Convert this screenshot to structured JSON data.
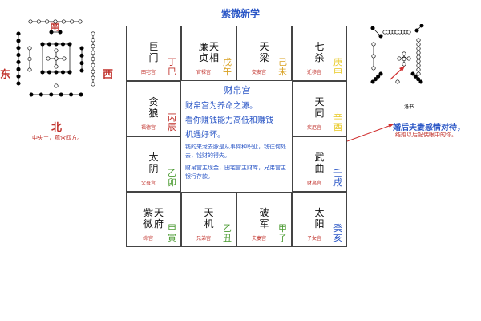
{
  "title": "紫微新学",
  "hetu": {
    "south": "南",
    "north": "北",
    "east": "东",
    "west": "西",
    "caption": "中央土，蕴含四方。"
  },
  "luoshu": {
    "caption": "洛书"
  },
  "annotation": {
    "main": "婚后夫妻感情对待，",
    "sub": "结婚以后配偶眼中的你。",
    "color_main": "#2a56c6",
    "color_sub": "#c0302a"
  },
  "center": {
    "title": "财帛宫",
    "line1": "财帛宫为养命之源。",
    "line2": "看你赚钱能力高低和赚钱",
    "line3": "机遇好坏。",
    "detail1": "钱的来龙去脉是从事何种职业，钱往何处去，钱财的得失。",
    "detail2": "财帛宫主现金，田宅宫主财库，兄弟宫主银行存款。"
  },
  "cells": [
    {
      "stars": [
        "巨门"
      ],
      "stem": "丁巳",
      "palace": "田宅宫",
      "color": "#c0302a"
    },
    {
      "stars": [
        "廉贞",
        "天相"
      ],
      "stem": "戊午",
      "palace": "官禄宫",
      "color": "#d8a020"
    },
    {
      "stars": [
        "天梁"
      ],
      "stem": "己未",
      "palace": "交友宫",
      "color": "#d8a020"
    },
    {
      "stars": [
        "七杀"
      ],
      "stem": "庚申",
      "palace": "迁移宫",
      "color": "#e8c820"
    },
    {
      "stars": [
        "贪狼"
      ],
      "stem": "丙辰",
      "palace": "福德宫",
      "color": "#c0302a"
    },
    {
      "stars": [
        "天同"
      ],
      "stem": "辛酉",
      "palace": "疾厄宫",
      "color": "#e8c820"
    },
    {
      "stars": [
        "太阴"
      ],
      "stem": "乙卯",
      "palace": "父母宫",
      "color": "#4a9a30"
    },
    {
      "stars": [
        "武曲"
      ],
      "stem": "壬戌",
      "palace": "财帛宫",
      "color": "#2a56c6"
    },
    {
      "stars": [
        "紫微",
        "天府"
      ],
      "stem": "甲寅",
      "palace": "命宫",
      "color": "#4a9a30"
    },
    {
      "stars": [
        "天机"
      ],
      "stem": "乙丑",
      "palace": "兄弟宫",
      "color": "#4a9a30"
    },
    {
      "stars": [
        "破军"
      ],
      "stem": "甲子",
      "palace": "夫妻宫",
      "color": "#4a9a30"
    },
    {
      "stars": [
        "太阳"
      ],
      "stem": "癸亥",
      "palace": "子女宫",
      "color": "#2a56c6"
    }
  ]
}
